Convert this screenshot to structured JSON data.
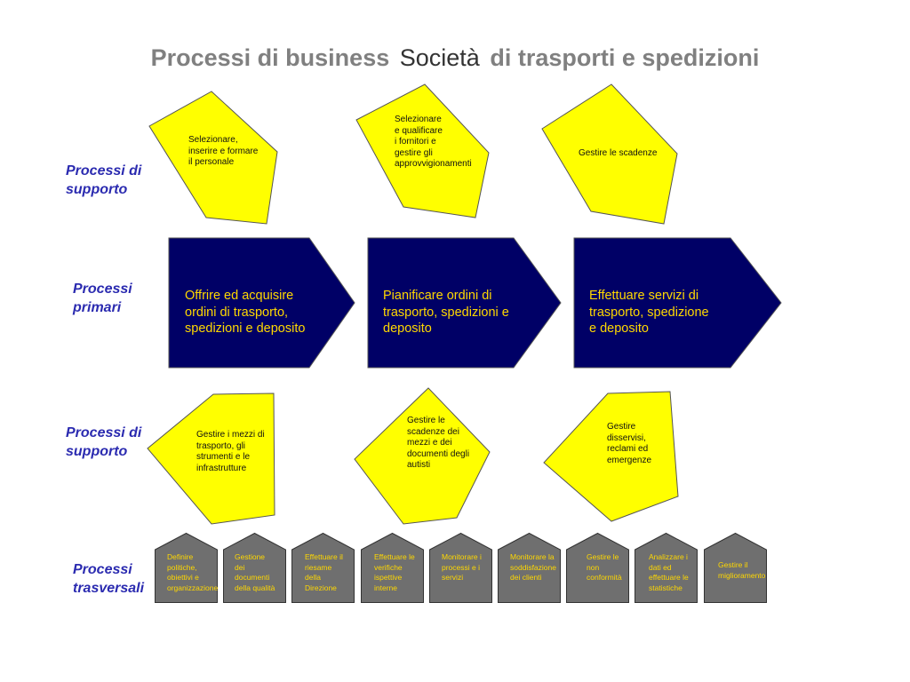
{
  "title": {
    "part1": "Processi di business",
    "part2": "Società",
    "part3": "di trasporti e spedizioni"
  },
  "rows": {
    "support_top": "Processi di\nsupporto",
    "primary": "Processi\nprimari",
    "support_bottom": "Processi di\nsupporto",
    "transversal": "Processi\ntrasversali"
  },
  "support_top": [
    "Selezionare,\n inserire e formare\n il personale",
    "Selezionare\n  e qualificare\n  i  fornitori e\ngestire gli\n  approvvigionamenti",
    "Gestire le scadenze"
  ],
  "primary": [
    "Offrire ed acquisire\nordini di trasporto,\nspedizioni e deposito",
    "Pianificare ordini di\ntrasporto, spedizioni e\n  deposito",
    "Effettuare servizi di\ntrasporto, spedizione\n  e deposito"
  ],
  "support_bottom": [
    "Gestire i mezzi di\ntrasporto, gli\nstrumenti e le\ninfrastrutture",
    "Gestire le\nscadenze  dei\nmezzi e dei\ndocumenti degli\nautisti",
    "Gestire\ndisservisi,\nreclami ed\nemergenze"
  ],
  "transversal": [
    "Definire\npolitiche,\nobiettivi e\n organizzazione",
    "Gestione\ndei\n  documenti\n  della qualità",
    "Effettuare il\nriesame\ndella\nDirezione",
    "Effettuare le\nverifiche\nispettive\ninterne",
    "Monitorare i\nprocessi e i\nservizi",
    "Monitorare la\nsoddisfazione\ndei clienti",
    "Gestire le\nnon\nconformità",
    "Analizzare i\ndati ed\neffettuare le\nstatistiche",
    "Gestire il\nmiglioramento"
  ],
  "colors": {
    "yellow": "#ffff00",
    "navy": "#000066",
    "gray": "#6f6f6f",
    "label_blue": "#2b2bb0",
    "yellow_text": "#ffd800"
  },
  "footer": {
    "left": "",
    "right": ""
  }
}
